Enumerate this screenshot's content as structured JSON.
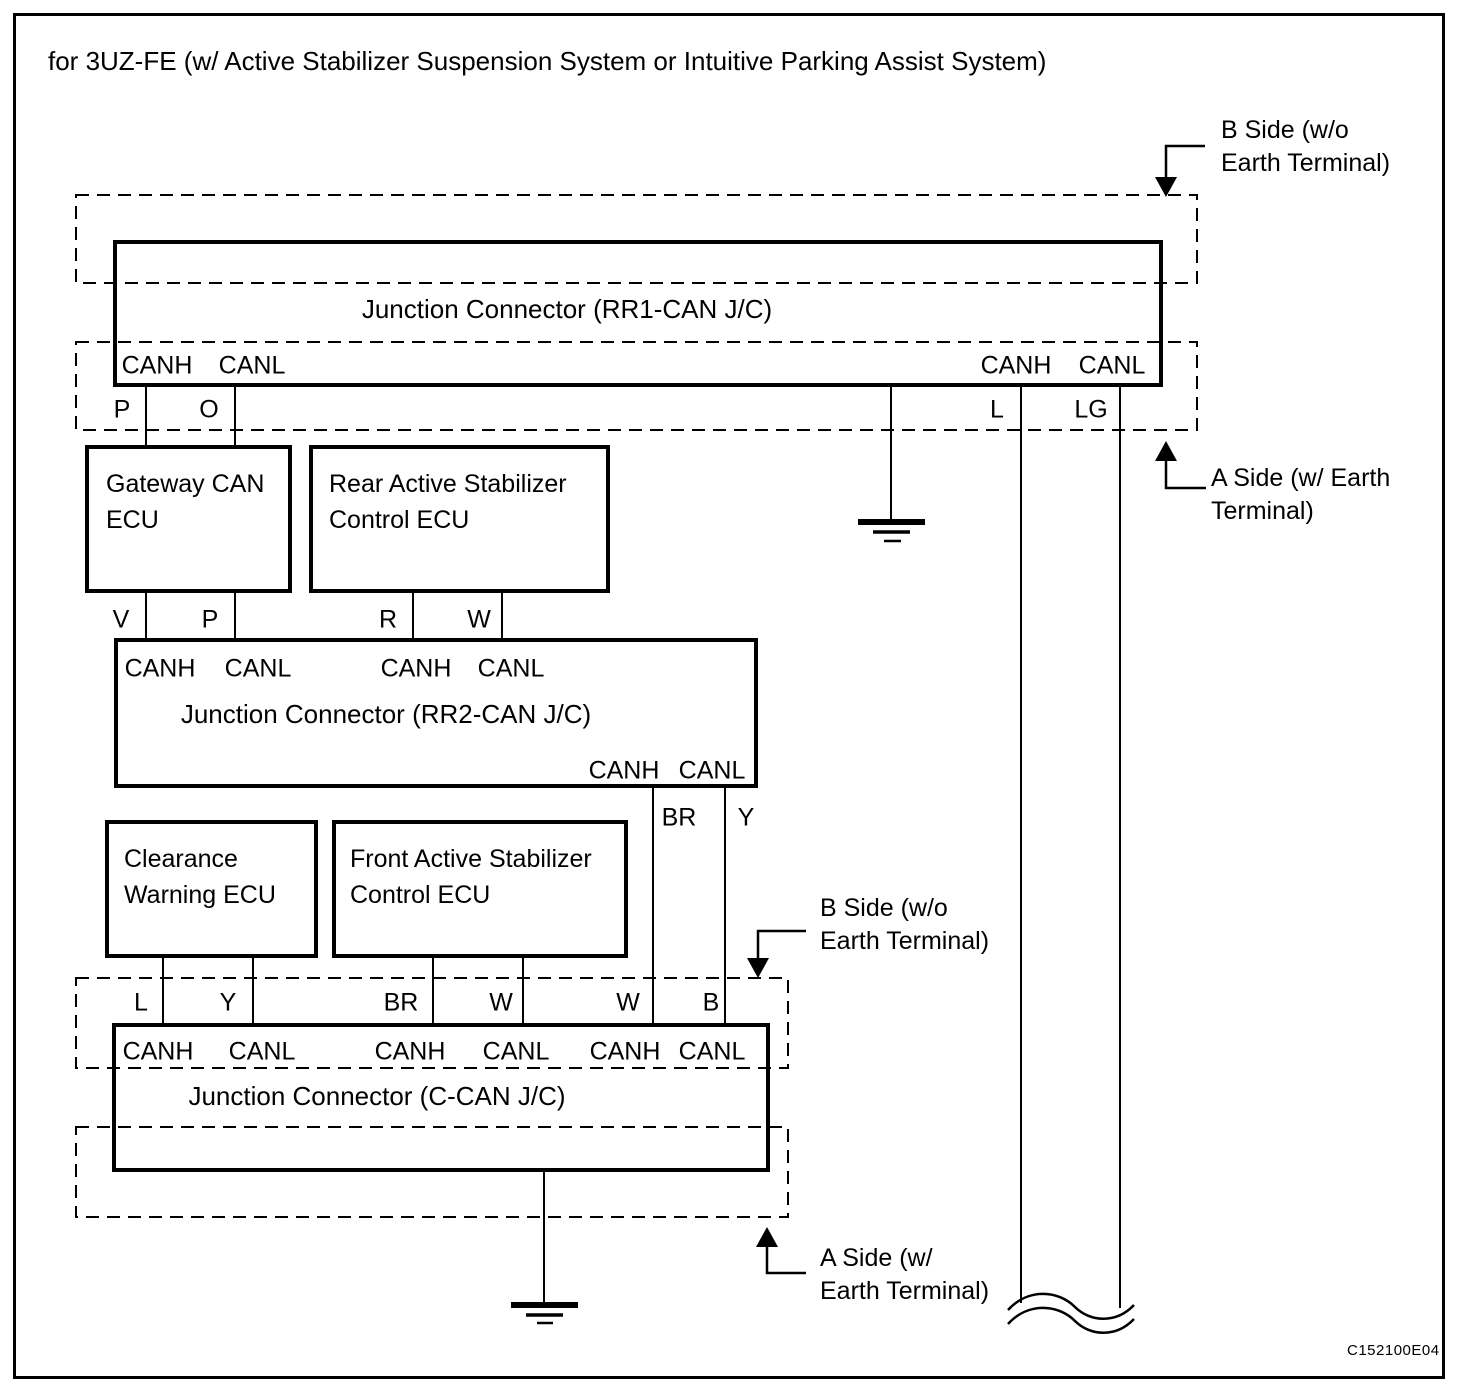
{
  "title": "for 3UZ-FE (w/ Active Stabilizer Suspension System or Intuitive Parking Assist System)",
  "doc_code": "C152100E04",
  "colors": {
    "ink": "#000000",
    "paper": "#ffffff"
  },
  "symbols": {
    "ground": "earth-ground-symbol",
    "wire_break": "wire-break-squiggle",
    "pointer": "elbow-arrow"
  },
  "annotations": {
    "b_side_top": "B Side (w/o\nEarth Terminal)",
    "a_side_top": "A Side (w/ Earth\nTerminal)",
    "b_side_mid": "B Side (w/o\nEarth Terminal)",
    "a_side_bottom": "A Side (w/\nEarth Terminal)"
  },
  "junctions": {
    "rr1": {
      "label": "Junction Connector (RR1-CAN J/C)",
      "pins": [
        "CANH",
        "CANL",
        "CANH",
        "CANL"
      ]
    },
    "rr2": {
      "label": "Junction Connector (RR2-CAN J/C)",
      "pins_top": [
        "CANH",
        "CANL",
        "CANH",
        "CANL"
      ],
      "pins_bottom": [
        "CANH",
        "CANL"
      ]
    },
    "c_can": {
      "label": "Junction Connector (C-CAN J/C)",
      "pins": [
        "CANH",
        "CANL",
        "CANH",
        "CANL",
        "CANH",
        "CANL"
      ]
    }
  },
  "ecus": {
    "gateway": "Gateway CAN\nECU",
    "rear_stabilizer": "Rear Active Stabilizer\nControl ECU",
    "clearance": "Clearance\nWarning ECU",
    "front_stabilizer": "Front Active Stabilizer\nControl ECU"
  },
  "wire_colors": {
    "rr1_left_canh": "P",
    "rr1_left_canl": "O",
    "rr1_right_canh": "L",
    "rr1_right_canl": "LG",
    "gateway_canh": "V",
    "gateway_canl": "P",
    "rear_canh": "R",
    "rear_canl": "W",
    "rr2_canh": "BR",
    "rr2_canl": "Y",
    "clearance_canh": "L",
    "clearance_canl": "Y",
    "front_canh": "BR",
    "front_canl": "W",
    "c_can_canh": "W",
    "c_can_canl": "B"
  }
}
